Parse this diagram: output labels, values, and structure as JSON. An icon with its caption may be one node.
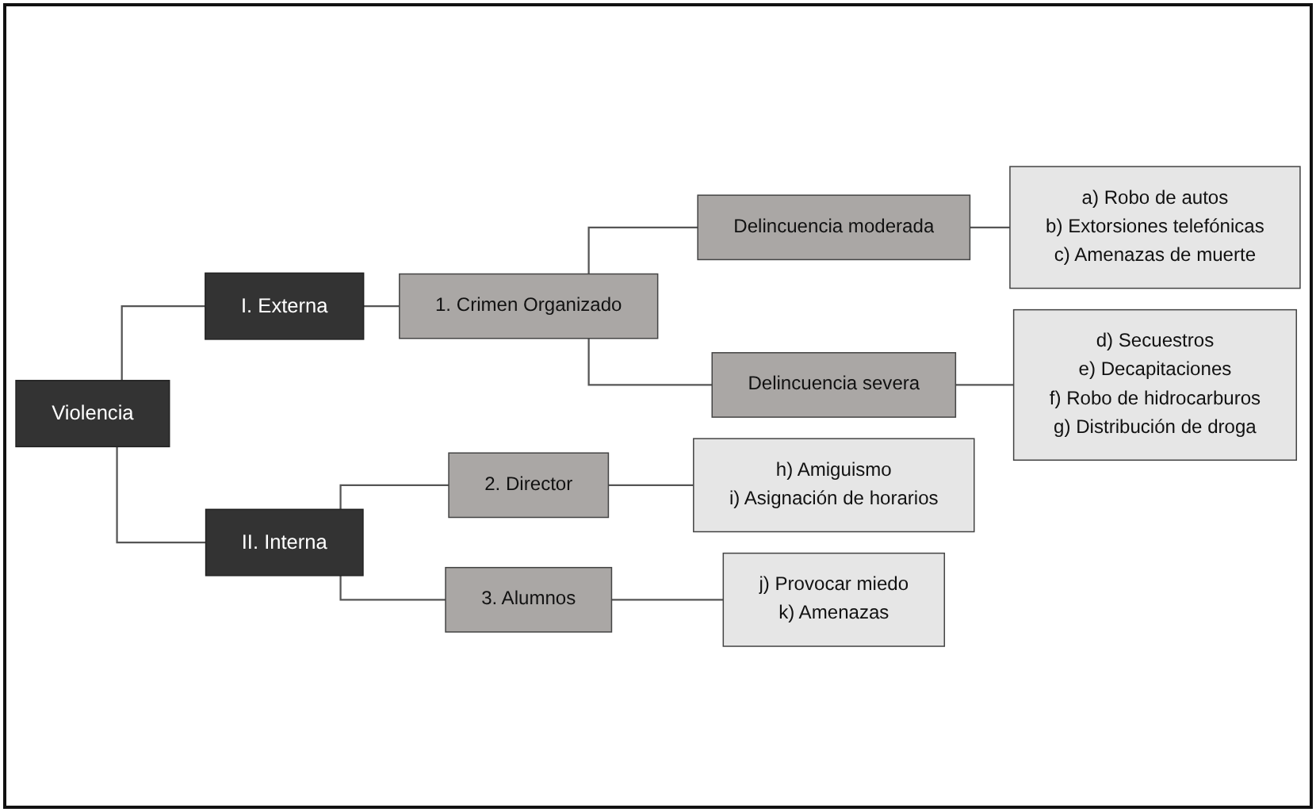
{
  "diagram": {
    "nodes": [
      {
        "text": [
          "Violencia"
        ]
      },
      {
        "text": [
          "I. Externa"
        ]
      },
      {
        "text": [
          "1. Crimen Organizado"
        ]
      },
      {
        "text": [
          "Delincuencia moderada"
        ]
      },
      {
        "text": [
          "a) Robo de autos",
          "b) Extorsiones telefónicas",
          "c) Amenazas de muerte"
        ]
      },
      {
        "text": [
          "Delincuencia severa"
        ]
      },
      {
        "text": [
          "d) Secuestros",
          "e) Decapitaciones",
          "f) Robo de hidrocarburos",
          "g) Distribución de droga"
        ]
      },
      {
        "text": [
          "II. Interna"
        ]
      },
      {
        "text": [
          "2. Director"
        ]
      },
      {
        "text": [
          "h) Amiguismo",
          "i) Asignación de horarios"
        ]
      },
      {
        "text": [
          "3. Alumnos"
        ]
      },
      {
        "text": [
          "j) Provocar miedo",
          "k) Amenazas"
        ]
      }
    ],
    "edges": [
      {
        "from": 0,
        "to": 1,
        "arrow": "none"
      },
      {
        "from": 0,
        "to": 7,
        "arrow": "none"
      },
      {
        "from": 1,
        "to": 2,
        "arrow": "none"
      },
      {
        "from": 2,
        "to": 3,
        "arrow": "none"
      },
      {
        "from": 2,
        "to": 5,
        "arrow": "none"
      },
      {
        "from": 3,
        "to": 4,
        "arrow": "none"
      },
      {
        "from": 5,
        "to": 6,
        "arrow": "none"
      },
      {
        "from": 7,
        "to": 8,
        "arrow": "none"
      },
      {
        "from": 7,
        "to": 10,
        "arrow": "none"
      },
      {
        "from": 8,
        "to": 9,
        "arrow": "none"
      },
      {
        "from": 10,
        "to": 11,
        "arrow": "none"
      }
    ]
  }
}
